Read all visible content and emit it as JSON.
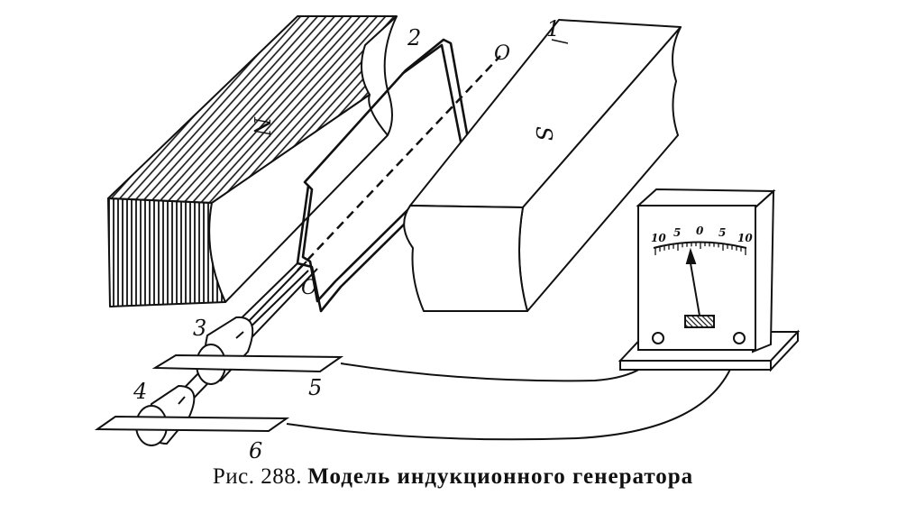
{
  "diagram": {
    "labels": {
      "magnet_n": "N",
      "magnet_s": "S",
      "magnet_s_number": "1",
      "frame_number": "2",
      "ring_upper_number": "3",
      "ring_lower_number": "4",
      "brush_upper_number": "5",
      "brush_lower_number": "6",
      "axis_far": "O",
      "axis_near": "O"
    },
    "meter": {
      "scale": [
        "10",
        "5",
        "0",
        "5",
        "10"
      ]
    }
  },
  "caption": {
    "figure_ref": "Рис. 288.",
    "title": "Модель индукционного генератора"
  },
  "colors": {
    "ink": "#111111",
    "paper": "#ffffff"
  }
}
